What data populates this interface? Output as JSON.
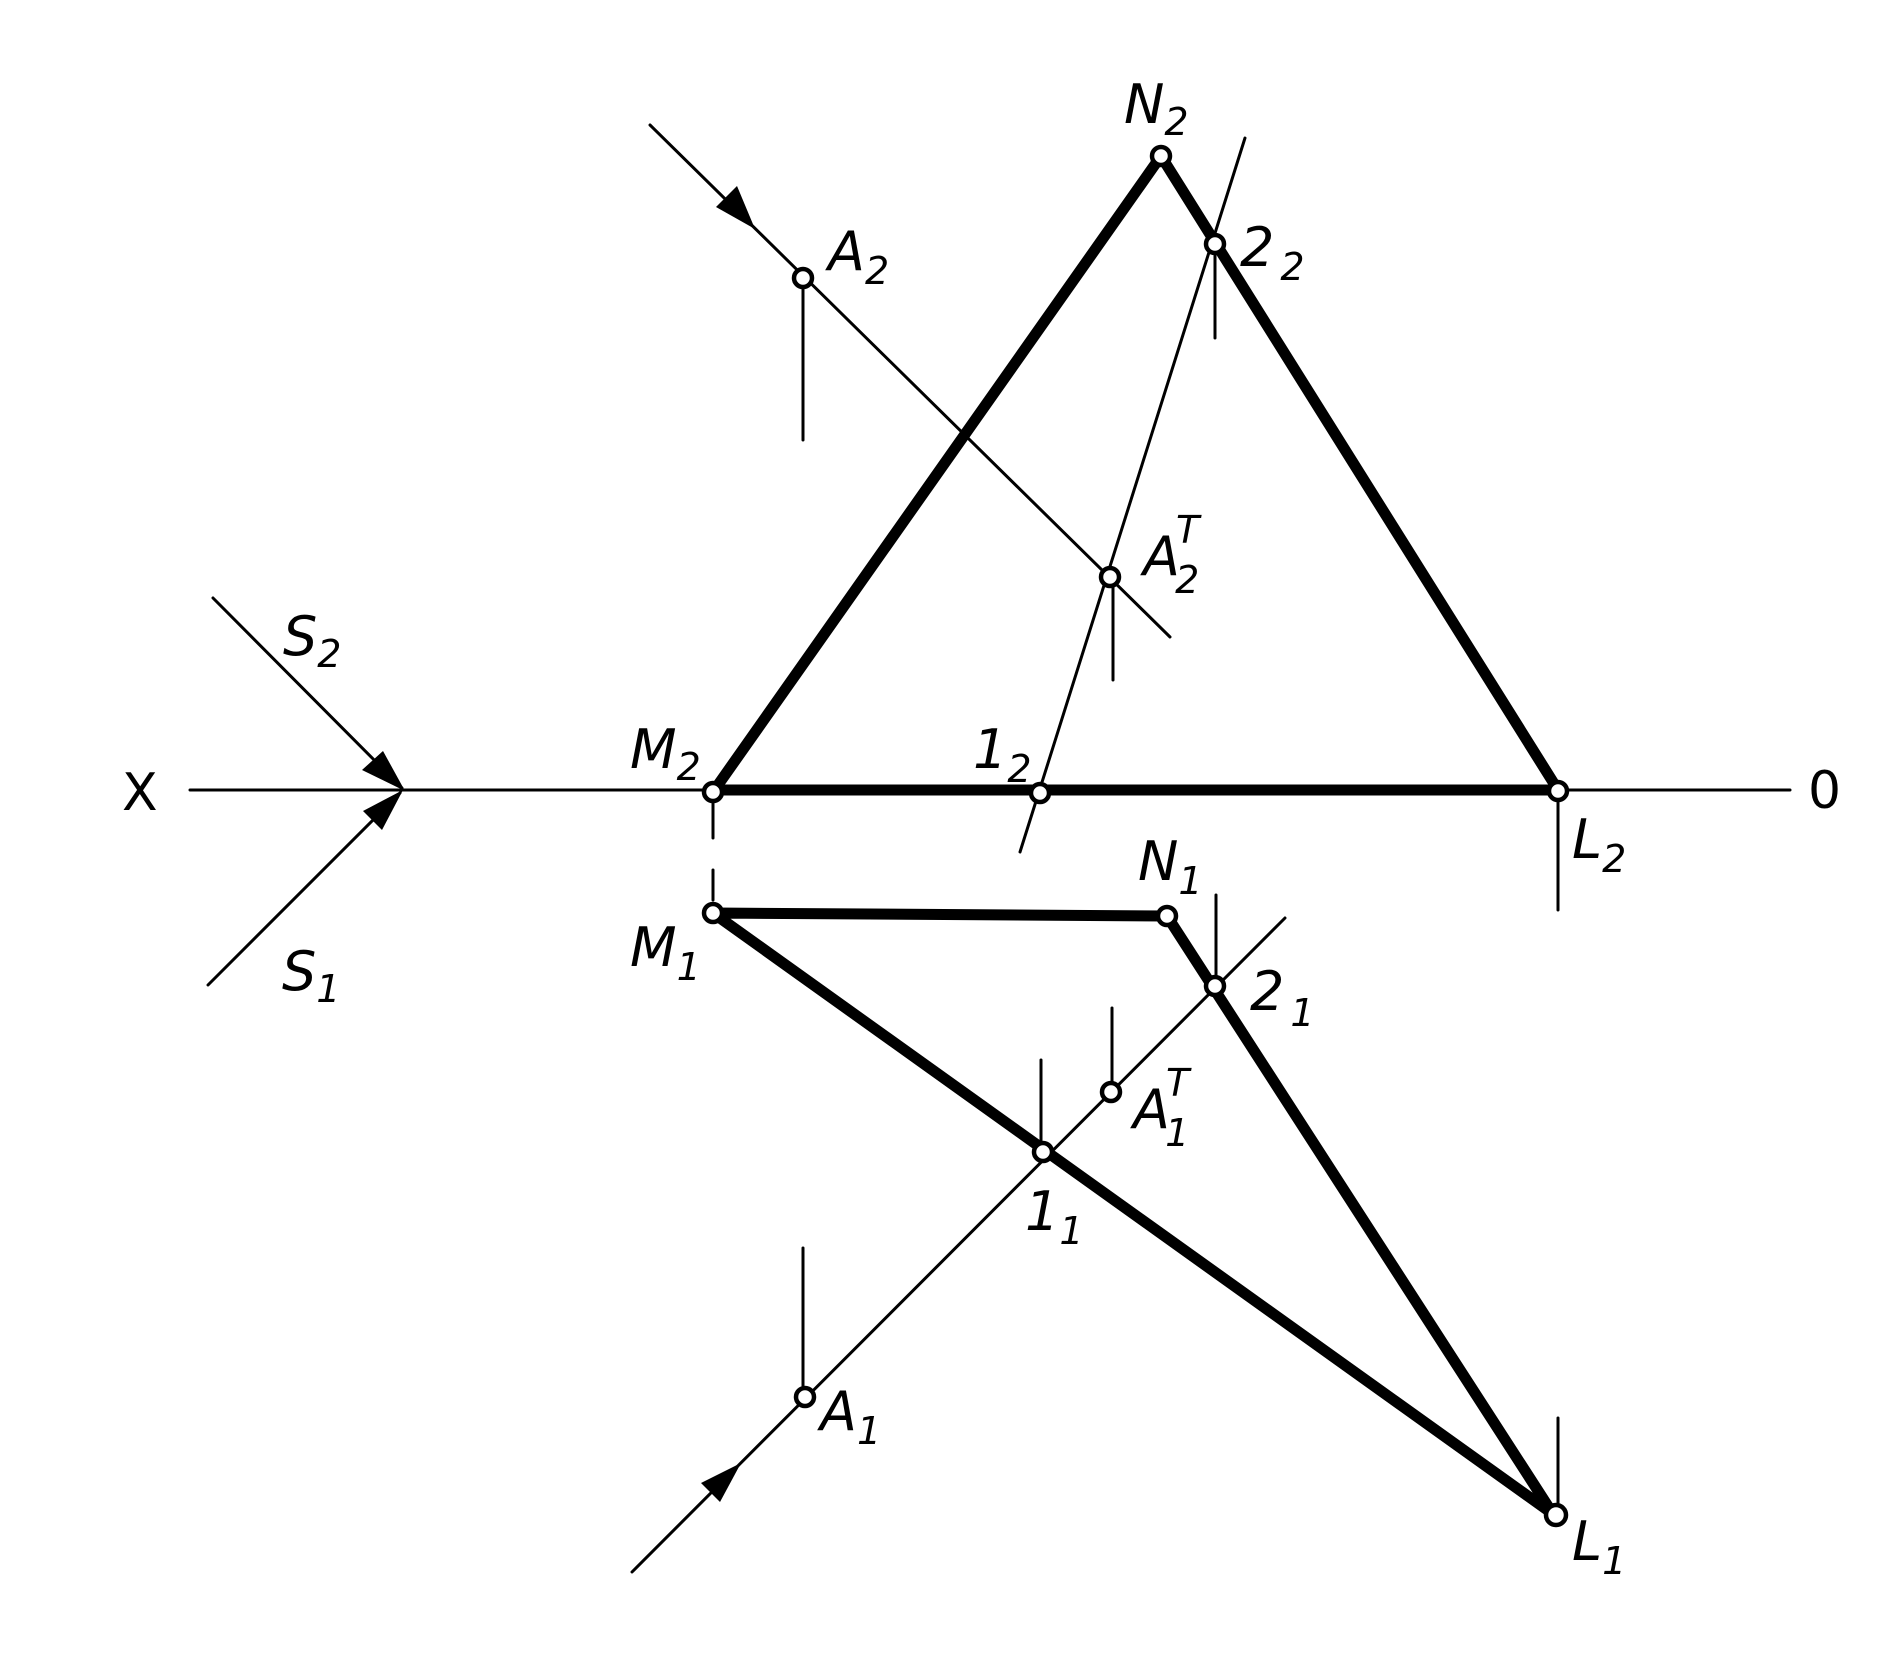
{
  "axis": {
    "left_label": "X",
    "right_label": "0"
  },
  "directions": {
    "s2": {
      "base": "S",
      "sub": "2"
    },
    "s1": {
      "base": "S",
      "sub": "1"
    }
  },
  "points": {
    "N2": {
      "base": "N",
      "sub": "2"
    },
    "A2": {
      "base": "A",
      "sub": "2"
    },
    "p22": {
      "base": "2",
      "sub": "2"
    },
    "AT2": {
      "base": "A",
      "sub": "2",
      "sup": "T"
    },
    "M2": {
      "base": "M",
      "sub": "2"
    },
    "p12": {
      "base": "1",
      "sub": "2"
    },
    "L2": {
      "base": "L",
      "sub": "2"
    },
    "N1": {
      "base": "N",
      "sub": "1"
    },
    "M1": {
      "base": "M",
      "sub": "1"
    },
    "p21": {
      "base": "2",
      "sub": "1"
    },
    "AT1": {
      "base": "A",
      "sub": "1",
      "sup": "T"
    },
    "p11": {
      "base": "1",
      "sub": "1"
    },
    "A1": {
      "base": "A",
      "sub": "1"
    },
    "L1": {
      "base": "L",
      "sub": "1"
    }
  }
}
